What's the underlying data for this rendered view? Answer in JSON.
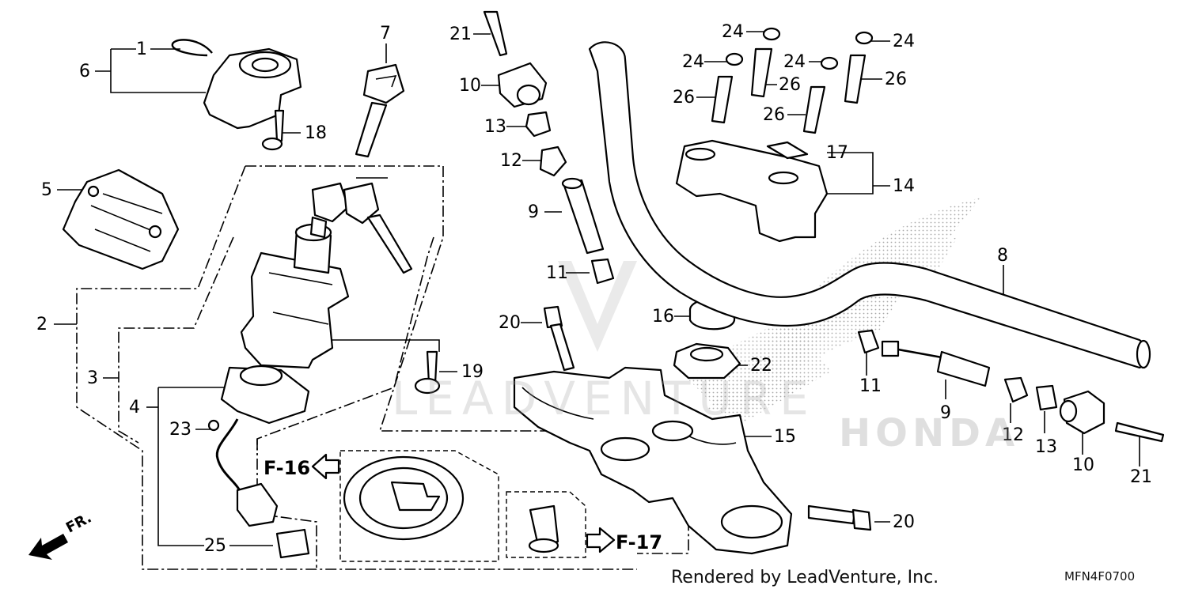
{
  "diagram": {
    "credit": "Rendered by LeadVenture, Inc.",
    "diagram_code": "MFN4F0700",
    "watermark": "LEADVENTURE",
    "brand_watermark": "HONDA",
    "direction_label": "FR.",
    "references": [
      "F-16",
      "F-17"
    ],
    "callouts": [
      "1",
      "6",
      "18",
      "5",
      "7",
      "2",
      "3",
      "4",
      "23",
      "25",
      "19",
      "21",
      "10",
      "13",
      "12",
      "9",
      "11",
      "20",
      "16",
      "22",
      "15",
      "24",
      "24",
      "24",
      "24",
      "26",
      "26",
      "26",
      "26",
      "17",
      "14",
      "8",
      "11",
      "9",
      "12",
      "13",
      "10",
      "21",
      "20"
    ]
  }
}
